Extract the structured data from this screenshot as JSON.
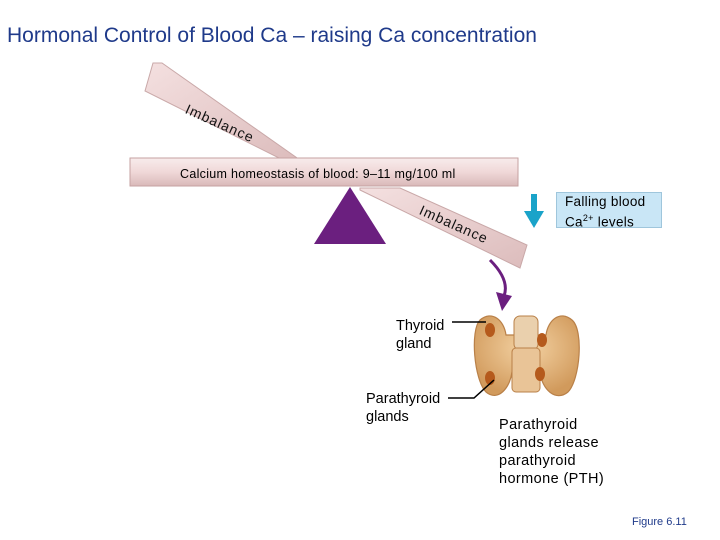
{
  "title": "Hormonal Control of Blood Ca – raising Ca concentration",
  "seesaw": {
    "bar_label": "Calcium homeostasis of blood: 9–11 mg/100 ml",
    "imbalance_top": "Imbalance",
    "imbalance_bottom": "Imbalance"
  },
  "stimulus": {
    "label_line1": "Falling blood",
    "label_line2_main": "Ca",
    "label_line2_sup": "2+",
    "label_line2_rest": " levels",
    "arrow_color": "#1aa3c9"
  },
  "labels": {
    "thyroid": [
      "Thyroid",
      "gland"
    ],
    "parathyroid": [
      "Parathyroid",
      "glands"
    ],
    "release": [
      "Parathyroid",
      "glands release",
      "parathyroid",
      "hormone (PTH)"
    ]
  },
  "figure_ref": "Figure 6.11",
  "colors": {
    "title": "#1f3a8a",
    "bar_fill": "#f3dede",
    "fulcrum": "#6b1f7f",
    "response_arrow": "#6b1f7f",
    "gland": "#e4b57c"
  }
}
